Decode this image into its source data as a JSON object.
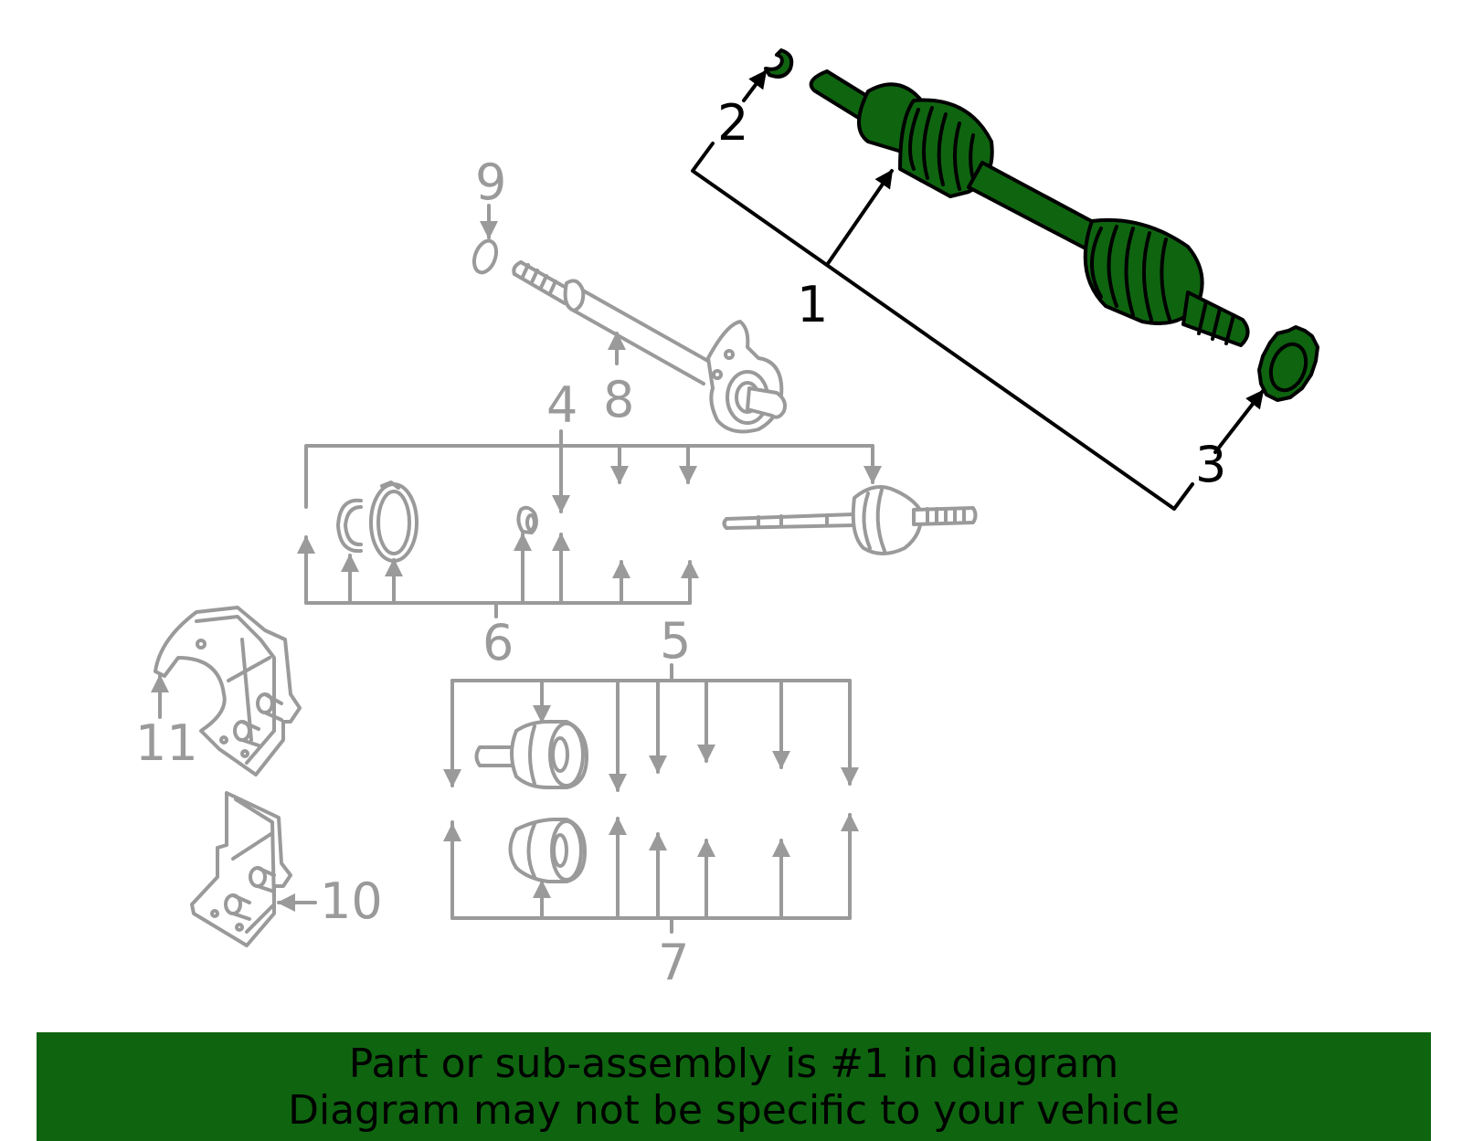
{
  "colors": {
    "highlight": "#0f6410",
    "banner": "#0f6410",
    "muted": "#9a9a9a",
    "ink": "#000000"
  },
  "callouts": {
    "c1": "1",
    "c2": "2",
    "c3": "3",
    "c4": "4",
    "c5": "5",
    "c6": "6",
    "c7": "7",
    "c8": "8",
    "c9": "9",
    "c10": "10",
    "c11": "11"
  },
  "banner": {
    "line1": "Part or sub-assembly is #1 in diagram",
    "line2": "Diagram may not be specific to your vehicle"
  }
}
